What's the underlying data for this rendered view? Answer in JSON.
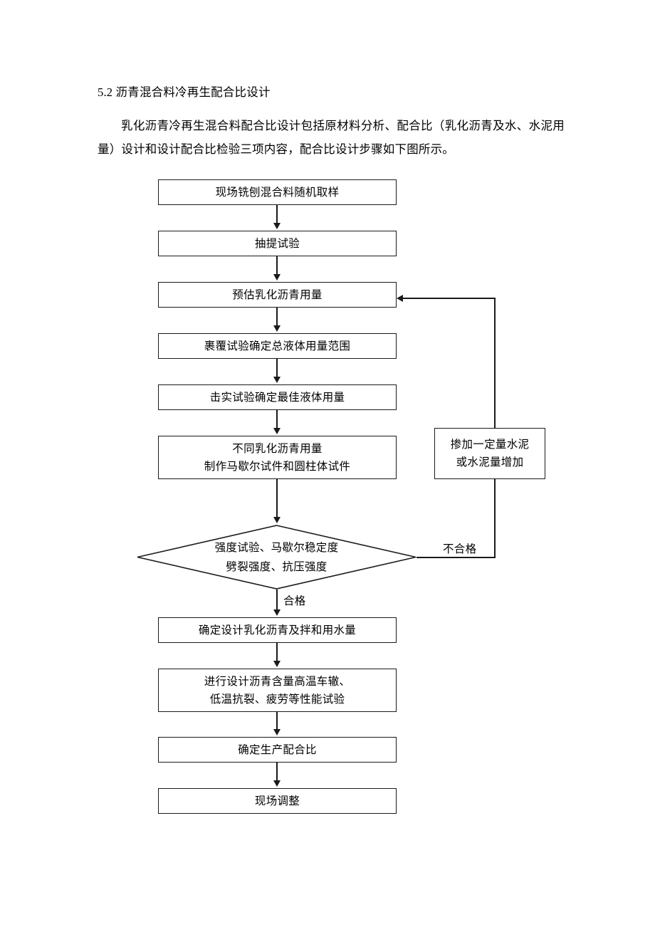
{
  "document": {
    "heading": "5.2 沥青混合料冷再生配合比设计",
    "paragraph": "乳化沥青冷再生混合料配合比设计包括原材料分析、配合比（乳化沥青及水、水泥用量）设计和设计配合比检验三项内容，配合比设计步骤如下图所示。"
  },
  "colors": {
    "stroke": "#1a1a1a",
    "fill": "#ffffff",
    "text": "#000000"
  },
  "flowchart": {
    "type": "flowchart",
    "nodes": [
      {
        "id": "n1",
        "shape": "rect",
        "lines": [
          "现场铣刨混合料随机取样"
        ]
      },
      {
        "id": "n2",
        "shape": "rect",
        "lines": [
          "抽提试验"
        ]
      },
      {
        "id": "n3",
        "shape": "rect",
        "lines": [
          "预估乳化沥青用量"
        ]
      },
      {
        "id": "n4",
        "shape": "rect",
        "lines": [
          "裹覆试验确定总液体用量范围"
        ]
      },
      {
        "id": "n5",
        "shape": "rect",
        "lines": [
          "击实试验确定最佳液体用量"
        ]
      },
      {
        "id": "n6",
        "shape": "rect",
        "lines": [
          "不同乳化沥青用量",
          "制作马歇尔试件和圆柱体试件"
        ]
      },
      {
        "id": "d1",
        "shape": "diamond",
        "lines": [
          "强度试验、马歇尔稳定度",
          "劈裂强度、抗压强度"
        ]
      },
      {
        "id": "n7",
        "shape": "rect",
        "lines": [
          "确定设计乳化沥青及拌和用水量"
        ]
      },
      {
        "id": "n8",
        "shape": "rect",
        "lines": [
          "进行设计沥青含量高温车辙、",
          "低温抗裂、疲劳等性能试验"
        ]
      },
      {
        "id": "n9",
        "shape": "rect",
        "lines": [
          "确定生产配合比"
        ]
      },
      {
        "id": "n10",
        "shape": "rect",
        "lines": [
          "现场调整"
        ]
      },
      {
        "id": "nc",
        "shape": "rect",
        "lines": [
          "掺加一定量水泥",
          "或水泥量增加"
        ]
      }
    ],
    "edge_labels": {
      "fail": "不合格",
      "pass": "合格"
    }
  }
}
